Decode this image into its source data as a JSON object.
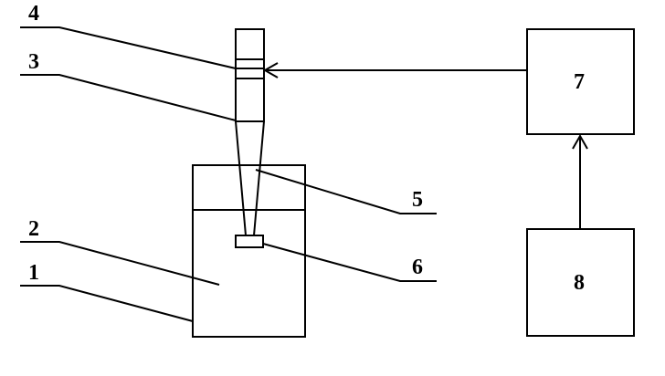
{
  "labels": {
    "l1": "1",
    "l2": "2",
    "l3": "3",
    "l4": "4",
    "l5": "5",
    "l6": "6",
    "l7": "7",
    "l8": "8"
  },
  "colors": {
    "stroke": "#000000",
    "background": "#ffffff"
  }
}
